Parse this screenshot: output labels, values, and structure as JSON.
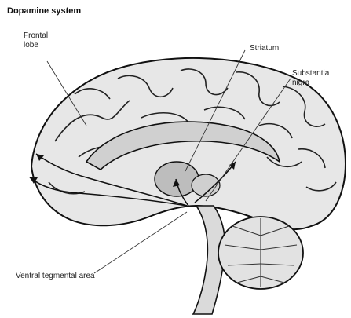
{
  "title": "Dopamine system",
  "labels": {
    "frontal_lobe_line1": "Frontal",
    "frontal_lobe_line2": "lobe",
    "striatum": "Striatum",
    "substantia_nigra_line1": "Substantia",
    "substantia_nigra_line2": "nigra",
    "ventral_tegmental_area": "Ventral tegmental area"
  }
}
